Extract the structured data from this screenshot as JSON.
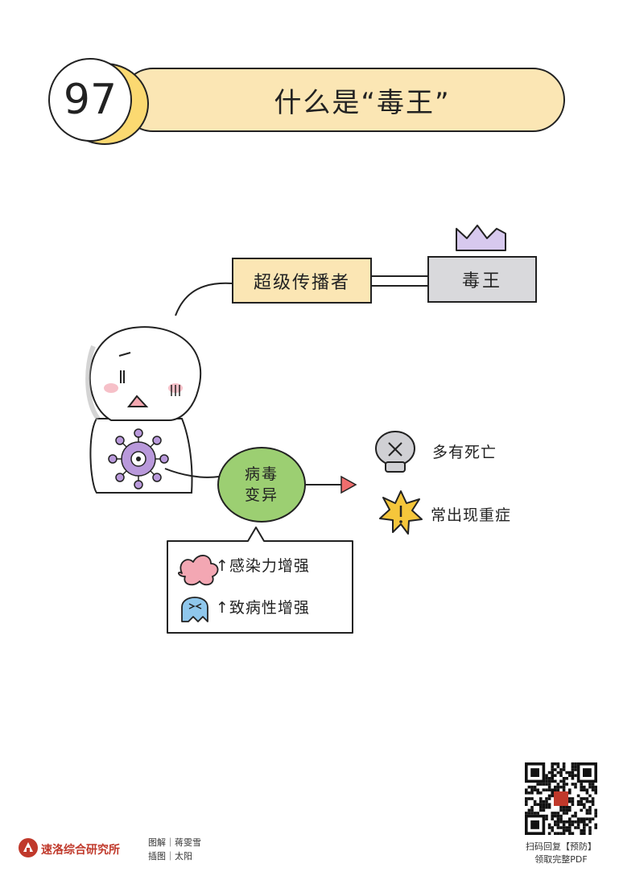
{
  "header": {
    "number": "97",
    "title": "什么是“毒王”"
  },
  "diagram": {
    "super_spreader_label": "超级传播者",
    "virus_king_label": "毒王",
    "mutation_label_line1": "病毒",
    "mutation_label_line2": "变异",
    "outcomes": [
      {
        "label": "多有死亡",
        "icon": "skull-icon"
      },
      {
        "label": "常出现重症",
        "icon": "warning-burst-icon"
      }
    ],
    "effects": [
      {
        "label": "↑感染力增强",
        "icon": "pink-blob-icon"
      },
      {
        "label": "↑致病性增强",
        "icon": "blue-ghost-icon"
      }
    ]
  },
  "footer": {
    "logo_text": "速洛综合研究所",
    "credit_line1": "图解｜蒋雯雪",
    "credit_line2": "插图｜太阳",
    "qr_caption_line1": "扫码回复【预防】",
    "qr_caption_line2": "领取完整PDF"
  },
  "colors": {
    "title_bar": "#fbe6b4",
    "number_moon": "#fbd971",
    "king_box": "#d9d9dc",
    "crown": "#d7c9ee",
    "virus": "#b999db",
    "mutation_circle": "#9ccf72",
    "arrow_head": "#ef6d6d",
    "warning_burst": "#f5c63b",
    "pink_blob": "#f3a7b3",
    "blue_ghost": "#8fc7ec",
    "skull": "#d0d0d4",
    "logo_red": "#c0392b"
  }
}
